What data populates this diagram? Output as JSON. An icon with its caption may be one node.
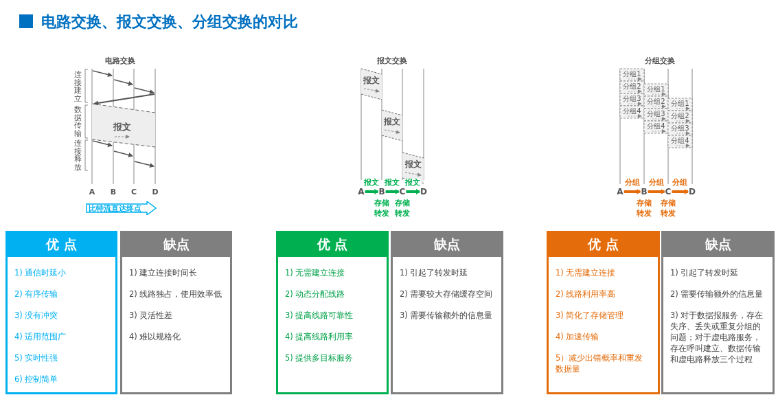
{
  "diagram": {
    "title": "电路交换、报文交换、分组交换的对比",
    "nodes": [
      {
        "text": [
          "比特流直达终点"
        ]
      },
      {
        "text": [
          "A"
        ]
      },
      {
        "text": [
          "B"
        ],
        "beside": [
          "存储转发"
        ]
      },
      {
        "text": [
          "C"
        ],
        "beside": [
          "存储转发"
        ]
      },
      {
        "text": [
          "D"
        ]
      },
      {
        "text": [
          "A"
        ]
      },
      {
        "text": [
          "B"
        ],
        "beside": [
          "存储转发"
        ]
      },
      {
        "text": [
          "C"
        ],
        "beside": [
          "存储转发"
        ]
      },
      {
        "text": [
          "D"
        ]
      },
      {
        "text": [
          "优 点",
          "1) 通信时延小",
          "2) 有序传输",
          "3) 没有冲突",
          "4) 适用范围广",
          "5) 实时性强",
          "6) 控制简单"
        ]
      },
      {
        "text": [
          "缺点",
          "1) 建立连接时间长",
          "2) 线路独占，使用效率低",
          "3) 灵活性差",
          "4) 难以规格化"
        ]
      },
      {
        "text": [
          "优 点",
          "1) 无需建立连接",
          "2) 动态分配线路",
          "3) 提高线路可靠性",
          "4) 提高线路利用率",
          "5) 提供多目标服务"
        ]
      },
      {
        "text": [
          "缺点",
          "1) 引起了转发时延",
          "2) 需要较大存储缓存空间",
          "3) 需要传输额外的信息量"
        ]
      },
      {
        "text": [
          "优 点",
          "1) 无需建立连接",
          "2) 线路利用率高",
          "3) 简化了存储管理",
          "4) 加速传输",
          "5）减少出错概率和重发数据量"
        ]
      },
      {
        "text": [
          "缺点",
          "1) 引起了转发时延",
          "2) 需要传输额外的信息量",
          "3) 对于数据报服务，存在失序、丢失或重复分组的问题；对于虚电路服务，存在呼叫建立、数据传输和虚电路释放三个过程"
        ]
      }
    ],
    "edges": [
      {
        "from": 1,
        "to": 2,
        "arrow": "to",
        "label": "报文",
        "color": "#00b050"
      },
      {
        "from": 2,
        "to": 3,
        "arrow": "to",
        "label": "报文",
        "color": "#00b050"
      },
      {
        "from": 3,
        "to": 4,
        "arrow": "to",
        "label": "报文",
        "color": "#00b050"
      },
      {
        "from": 5,
        "to": 6,
        "arrow": "to",
        "label": "分组",
        "color": "#e46c0a"
      },
      {
        "from": 6,
        "to": 7,
        "arrow": "to",
        "label": "分组",
        "color": "#e46c0a"
      },
      {
        "from": 7,
        "to": 8,
        "arrow": "to",
        "label": "分组",
        "color": "#e46c0a"
      }
    ],
    "labels": [
      "电路交换",
      "连接建立",
      "数据传输",
      "连接释放",
      "报文",
      "A",
      "B",
      "C",
      "D",
      "报文交换",
      "报文",
      "报文",
      "报文",
      "分组交换",
      "分组1",
      "分组2",
      "分组3",
      "分组4",
      "分组1",
      "分组2",
      "分组3",
      "分组4",
      "分组1",
      "分组2",
      "分组3",
      "分组4"
    ]
  }
}
